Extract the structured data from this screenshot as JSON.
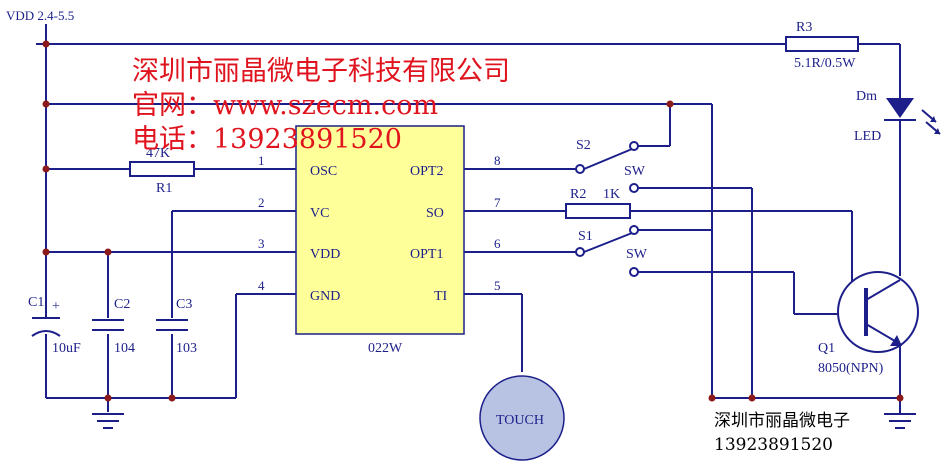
{
  "supply": {
    "label": "VDD 2.4-5.5"
  },
  "watermark": {
    "line1": "深圳市丽晶微电子科技有限公司",
    "line2": "官网：www.szecm.com",
    "line3": "电话：13923891520"
  },
  "ic": {
    "name": "022W",
    "pins_left": [
      {
        "num": "1",
        "name": "OSC"
      },
      {
        "num": "2",
        "name": "VC"
      },
      {
        "num": "3",
        "name": "VDD"
      },
      {
        "num": "4",
        "name": "GND"
      }
    ],
    "pins_right": [
      {
        "num": "8",
        "name": "OPT2"
      },
      {
        "num": "7",
        "name": "SO"
      },
      {
        "num": "6",
        "name": "OPT1"
      },
      {
        "num": "5",
        "name": "TI"
      }
    ]
  },
  "components": {
    "r1": {
      "ref": "R1",
      "value": "47K"
    },
    "r2": {
      "ref": "R2",
      "value": "1K"
    },
    "r3": {
      "ref": "R3",
      "value": "5.1R/0.5W"
    },
    "c1": {
      "ref": "C1",
      "value": "10uF",
      "polarity": "+"
    },
    "c2": {
      "ref": "C2",
      "value": "104"
    },
    "c3": {
      "ref": "C3",
      "value": "103"
    },
    "s1": {
      "ref": "S1",
      "type": "SW"
    },
    "s2": {
      "ref": "S2",
      "type": "SW"
    },
    "led": {
      "ref": "Dm",
      "type": "LED"
    },
    "q1": {
      "ref": "Q1",
      "part": "8050(NPN)"
    },
    "touch": {
      "label": "TOUCH"
    }
  },
  "footer": {
    "company": "深圳市丽晶微电子",
    "phone": "13923891520"
  },
  "colors": {
    "wire": "#1c1f8a",
    "junction": "#8b1a1a",
    "ic_fill": "#ffff99",
    "watermark": "#e0141e",
    "touch_fill": "#b8c3e3"
  }
}
